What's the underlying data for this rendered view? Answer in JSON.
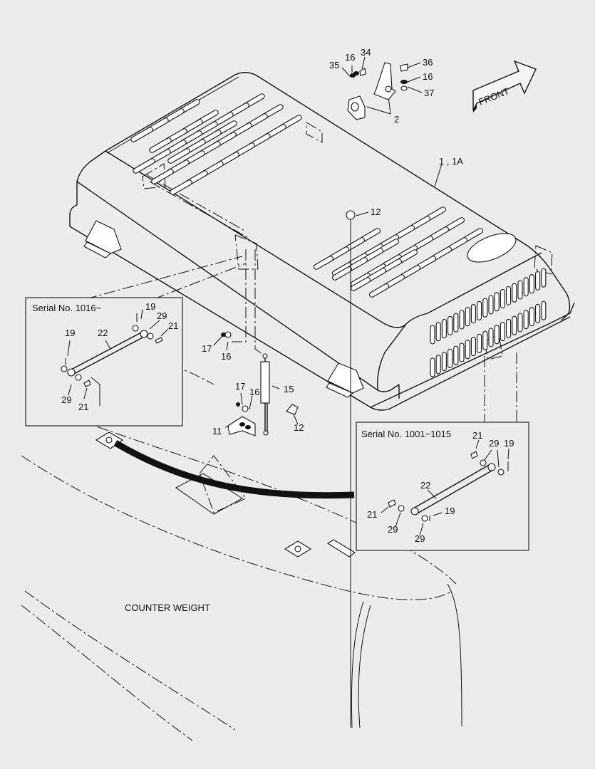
{
  "front_arrow": {
    "label": "FRONT"
  },
  "counterweight_label": "COUNTER WEIGHT",
  "insets": [
    {
      "serial": "Serial No. 1016~"
    },
    {
      "serial": "Serial No. 1001~1015"
    }
  ],
  "callouts": {
    "hood": "1 , 1A",
    "latch": "2",
    "c35": "35",
    "c16a": "16",
    "c34": "34",
    "c36": "36",
    "c16b": "16",
    "c37": "37",
    "c12a": "12",
    "c12b": "12",
    "c17a": "17",
    "c16c": "16",
    "c17b": "17",
    "c16d": "16",
    "c15": "15",
    "c11": "11",
    "l19a": "19",
    "l29a": "29",
    "l21a": "21",
    "l19b": "19",
    "l22a": "22",
    "l29b": "29",
    "l21b": "21",
    "r21a": "21",
    "r29a": "29",
    "r19a": "19",
    "r22": "22",
    "r21b": "21",
    "r29b": "29",
    "r19b": "19",
    "r29c": "29"
  }
}
